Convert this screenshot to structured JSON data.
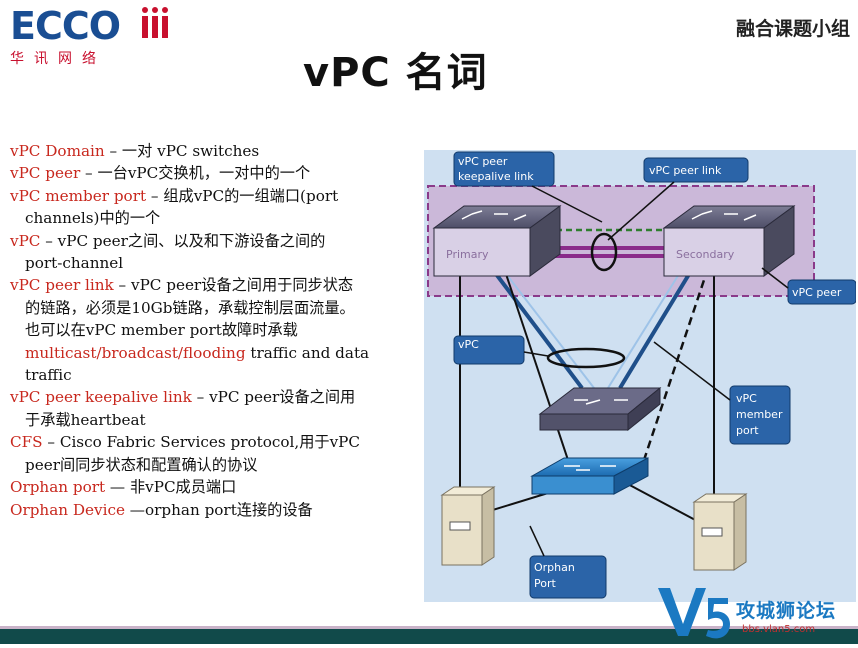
{
  "header": {
    "logo_text": "ECCO",
    "logo_sub": "华讯网络",
    "group_name": "融合课题小组"
  },
  "title": "vPC 名词",
  "terms": [
    {
      "term": "vPC Domain",
      "sep": " – ",
      "lines": [
        "一对 vPC switches"
      ]
    },
    {
      "term": "vPC peer",
      "sep": " – ",
      "lines": [
        "一台vPC交换机，一对中的一个"
      ]
    },
    {
      "term": "vPC member port",
      "sep": " – ",
      "lines": [
        "组成vPC的一组端口(port",
        "channels)中的一个"
      ]
    },
    {
      "term": "vPC",
      "sep": " – ",
      "lines": [
        "vPC peer之间、以及和下游设备之间的",
        "port-channel"
      ]
    },
    {
      "term": "vPC peer link",
      "sep": " – ",
      "lines": [
        "vPC peer设备之间用于同步状态",
        "的链路，必须是10Gb链路，承载控制层面流量。",
        "也可以在vPC member port故障时承载"
      ],
      "red_line": "multicast/broadcast/flooding",
      "red_tail": " traffic and data",
      "last_line": "traffic"
    },
    {
      "term": "vPC peer keepalive link",
      "sep": " – ",
      "lines": [
        "vPC peer设备之间用",
        "于承载heartbeat"
      ]
    },
    {
      "term": "CFS",
      "sep": " – ",
      "lines": [
        "Cisco Fabric Services protocol,用于vPC",
        "peer间同步状态和配置确认的协议"
      ]
    },
    {
      "term": "Orphan port",
      "sep": " — ",
      "lines": [
        "非vPC成员端口"
      ]
    },
    {
      "term": "Orphan Device",
      "sep": " —",
      "lines": [
        "orphan port连接的设备"
      ]
    }
  ],
  "diagram": {
    "callouts": {
      "keepalive": "vPC peer\nkeepalive link",
      "peer_link": "vPC peer link",
      "vpc_peer": "vPC peer",
      "vpc": "vPC",
      "member_port": "vPC\nmember\nport",
      "orphan_port": "Orphan\nPort"
    },
    "switch_primary": "Primary",
    "switch_secondary": "Secondary"
  },
  "watermark": {
    "text": "攻城狮论坛",
    "site": "bbs.vlan5.com"
  },
  "colors": {
    "term_red": "#c8281e",
    "logo_blue": "#1a4e93",
    "callout_blue": "#2b64a8",
    "domain_purple": "#8a3a8a"
  }
}
